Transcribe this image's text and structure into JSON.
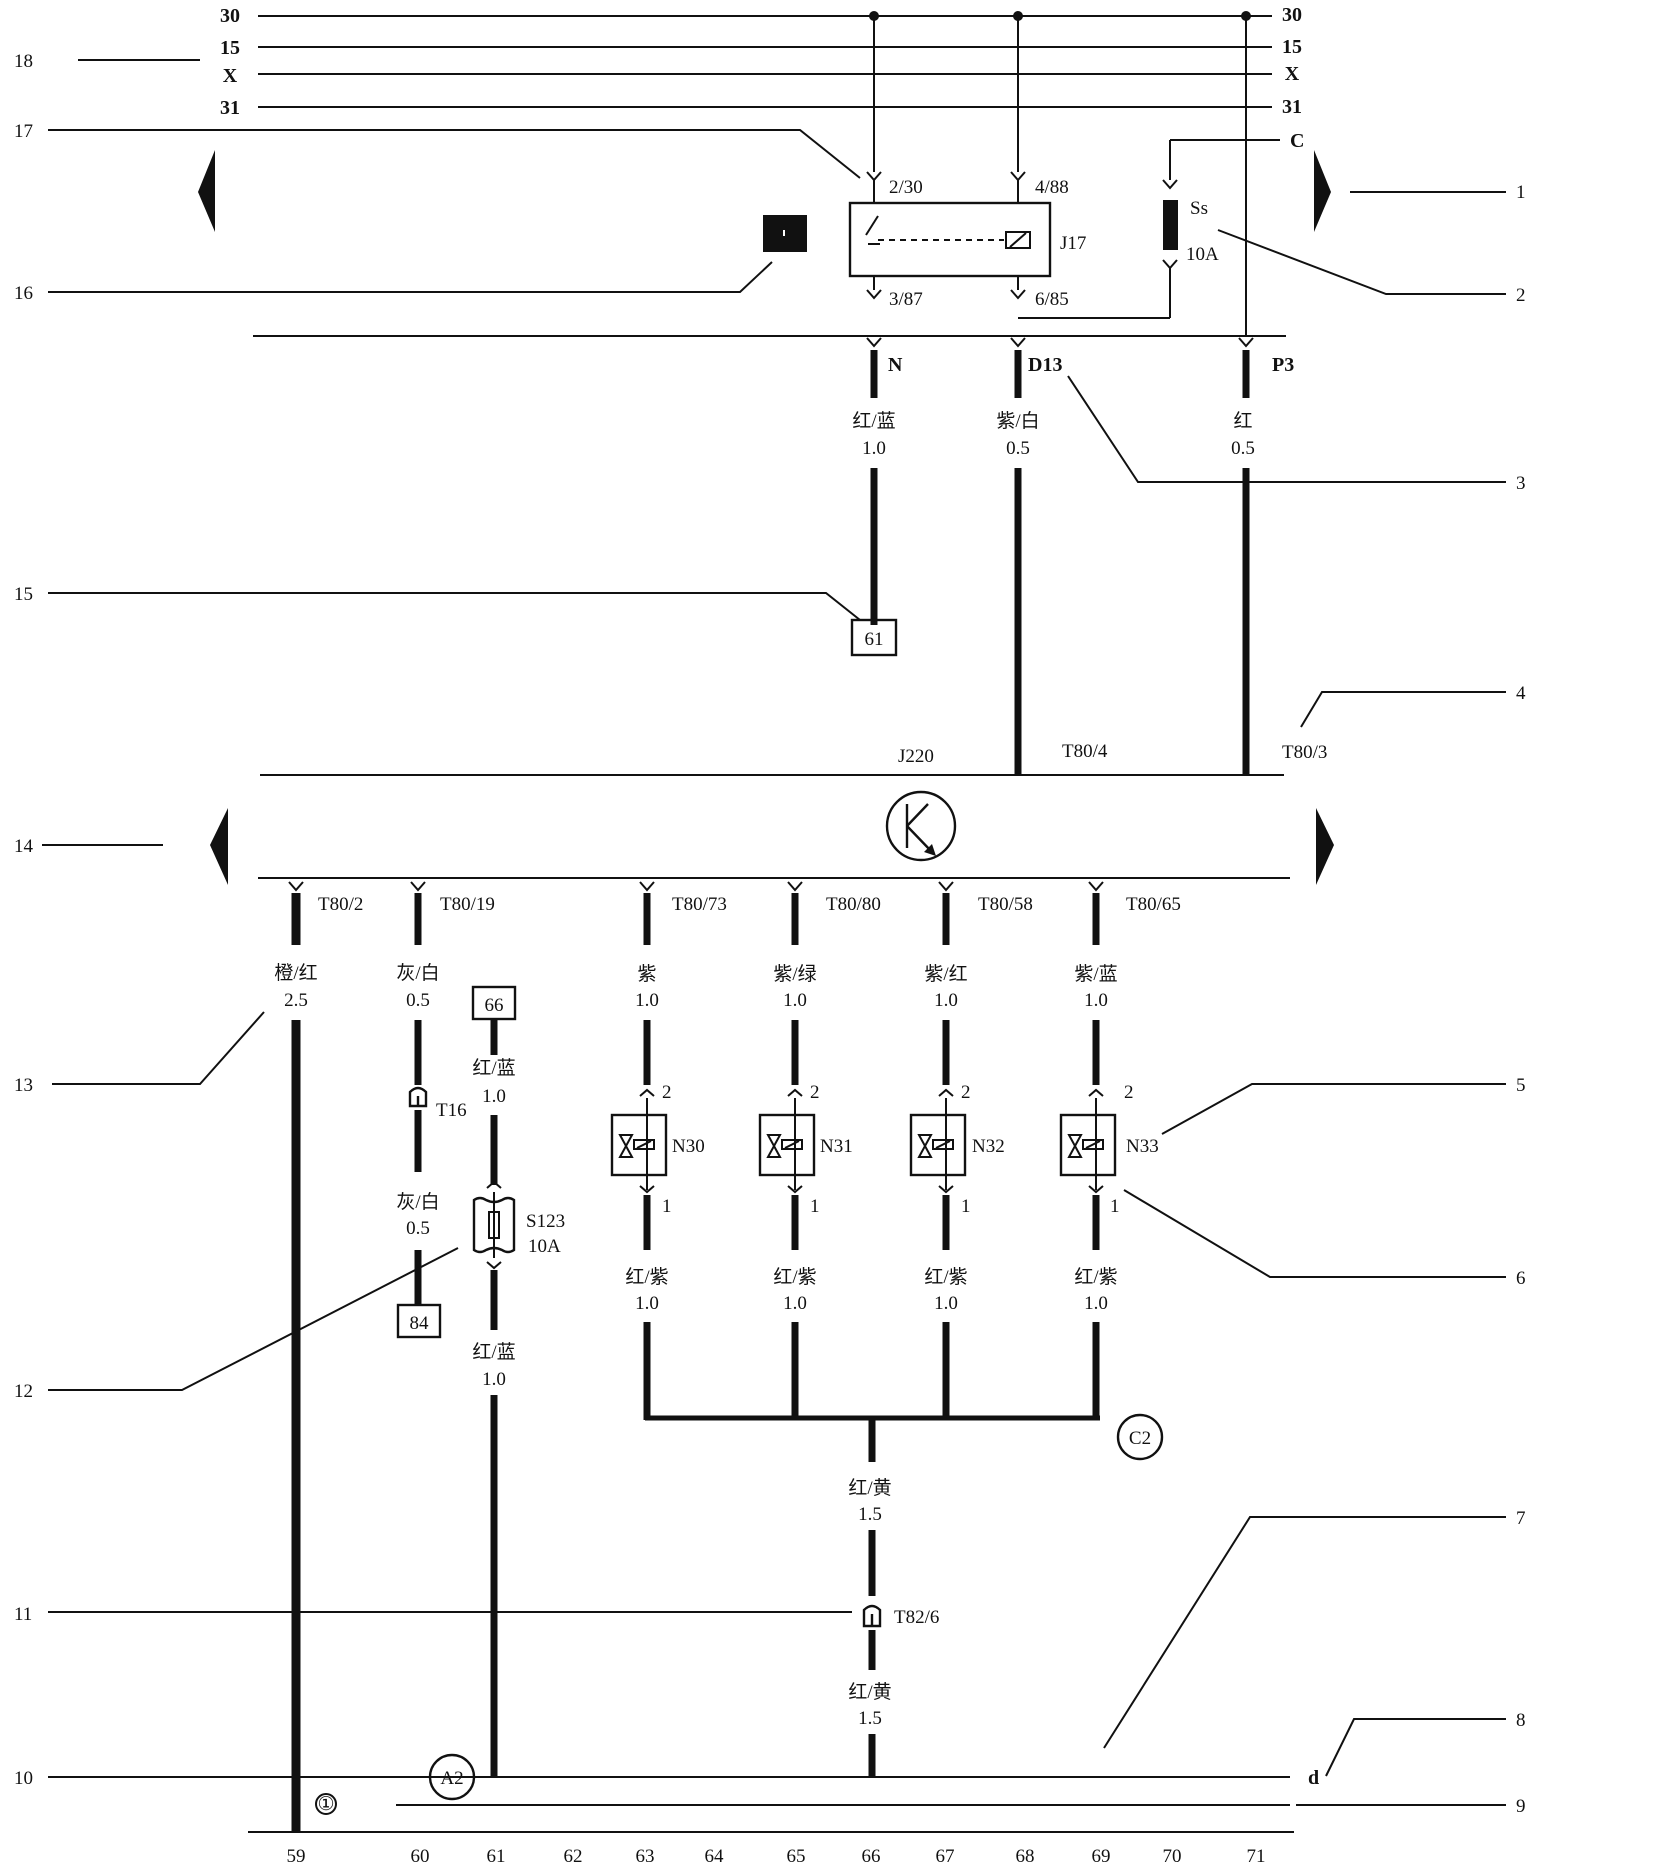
{
  "rails": {
    "left": [
      "30",
      "15",
      "X",
      "31"
    ],
    "right": [
      "30",
      "15",
      "X",
      "31"
    ]
  },
  "terminals": {
    "c": "C",
    "n": "N",
    "d13": "D13",
    "p3": "P3",
    "d": "d",
    "ground": "①"
  },
  "relay": {
    "name": "J17",
    "pins": [
      "2/30",
      "4/88",
      "3/87",
      "6/85"
    ]
  },
  "fuse_ss": {
    "name": "Ss",
    "rating": "10A"
  },
  "ecu": {
    "name": "J220",
    "pin_top_4": "T80/4",
    "pin_top_3": "T80/3"
  },
  "ecu_pins_bottom": [
    "T80/2",
    "T80/19",
    "T80/73",
    "T80/80",
    "T80/58",
    "T80/65"
  ],
  "top_wires": [
    {
      "color": "红/蓝",
      "size": "1.0"
    },
    {
      "color": "紫/白",
      "size": "0.5"
    },
    {
      "color": "红",
      "size": "0.5"
    }
  ],
  "refs": {
    "r61": "61",
    "r66": "66",
    "r84": "84"
  },
  "left_wires": {
    "w59": {
      "color": "橙/红",
      "size": "2.5"
    },
    "w60a": {
      "color": "灰/白",
      "size": "0.5"
    },
    "w60b": {
      "color": "灰/白",
      "size": "0.5"
    },
    "w61a": {
      "color": "红/蓝",
      "size": "1.0"
    },
    "w61b": {
      "color": "红/蓝",
      "size": "1.0"
    }
  },
  "connector_t16": "T16",
  "fuse_s123": {
    "name": "S123",
    "rating": "10A"
  },
  "injectors": [
    {
      "name": "N30",
      "in_color": "紫",
      "in_size": "1.0",
      "out_color": "红/紫",
      "out_size": "1.0",
      "pin_in": "2",
      "pin_out": "1"
    },
    {
      "name": "N31",
      "in_color": "紫/绿",
      "in_size": "1.0",
      "out_color": "红/紫",
      "out_size": "1.0",
      "pin_in": "2",
      "pin_out": "1"
    },
    {
      "name": "N32",
      "in_color": "紫/红",
      "in_size": "1.0",
      "out_color": "红/紫",
      "out_size": "1.0",
      "pin_in": "2",
      "pin_out": "1"
    },
    {
      "name": "N33",
      "in_color": "紫/蓝",
      "in_size": "1.0",
      "out_color": "红/紫",
      "out_size": "1.0",
      "pin_in": "2",
      "pin_out": "1"
    }
  ],
  "common": {
    "c2": "C2",
    "a2": "A2",
    "w_upper": {
      "color": "红/黄",
      "size": "1.5"
    },
    "w_lower": {
      "color": "红/黄",
      "size": "1.5"
    },
    "connector": "T82/6"
  },
  "callouts_left": [
    "18",
    "17",
    "16",
    "15",
    "14",
    "13",
    "12",
    "11",
    "10"
  ],
  "callouts_right": [
    "1",
    "2",
    "3",
    "4",
    "5",
    "6",
    "7",
    "8",
    "9"
  ],
  "columns": [
    "59",
    "60",
    "61",
    "62",
    "63",
    "64",
    "65",
    "66",
    "67",
    "68",
    "69",
    "70",
    "71"
  ]
}
